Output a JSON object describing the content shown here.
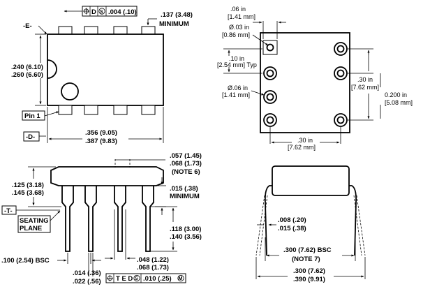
{
  "top_view": {
    "tol_frame_d": "D",
    "tol_frame_value": ".004 (.10)",
    "height_max": ".137 (3.48)",
    "height_max_note": "MINIMUM",
    "datum_e": "-E-",
    "width_a": ".240 (6.10)",
    "width_b": ".260 (6.60)",
    "pin1": "Pin 1",
    "datum_d": "-D-",
    "length_a": ".356 (9.05)",
    "length_b": ".387 (9.83)"
  },
  "footprint": {
    "pad_a": ".06 in",
    "pad_b": "[1.41 mm]",
    "hole_a": "Ø.03 in",
    "hole_b": "[0.86 mm]",
    "pitch_a": ".10 in",
    "pitch_b": "[2.54 mm] Typ",
    "pad2_a": "Ø.06 in",
    "pad2_b": "[1.41 mm]",
    "row_a": ".30 in",
    "row_b": "[7.62 mm]",
    "span_a": "0.200 in",
    "span_b": "[5.08 mm]",
    "bottom_a": ".30 in",
    "bottom_b": "[7.62 mm]"
  },
  "side_view": {
    "lead_a": ".057 (1.45)",
    "lead_b": ".068 (1.73)",
    "lead_note": "(NOTE 6)",
    "body_a": ".125 (3.18)",
    "body_b": ".145 (3.68)",
    "standoff": ".015 (.38)",
    "standoff_note": "MINIMUM",
    "datum_t": "-T-",
    "seating_1": "SEATING",
    "seating_2": "PLANE",
    "lead_len_a": ".118 (3.00)",
    "lead_len_b": ".140 (3.56)",
    "pitch": ".100 (2.54) BSC",
    "shoulder_a": ".048 (1.22)",
    "shoulder_b": ".068 (1.73)",
    "tip_a": ".014 (.36)",
    "tip_b": ".022 (.56)",
    "tol_frame_datums": "T E D",
    "tol_frame_value": ".010 (.25)"
  },
  "end_view": {
    "thick_a": ".008 (.20)",
    "thick_b": ".015 (.38)",
    "row_spacing": ".300 (7.62) BSC",
    "row_note": "(NOTE 7)",
    "overall_a": ".300 (7.62)",
    "overall_b": ".390 (9.91)"
  }
}
